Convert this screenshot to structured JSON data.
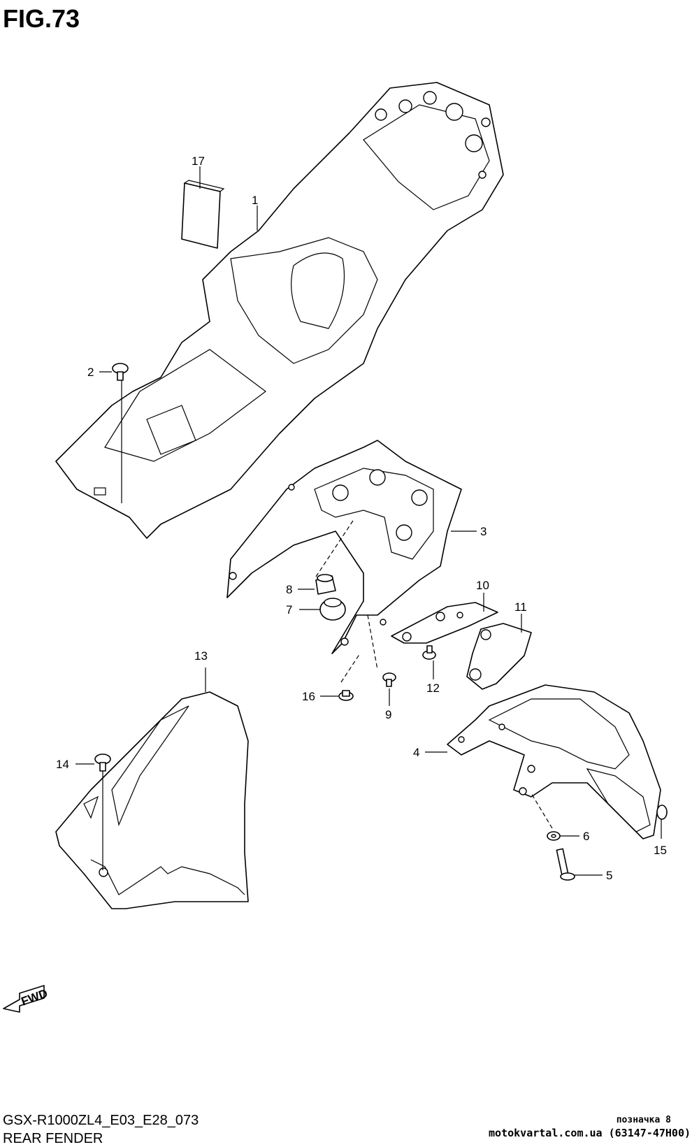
{
  "header": {
    "figure": "FIG.73"
  },
  "callouts": {
    "c1": "1",
    "c2": "2",
    "c3": "3",
    "c4": "4",
    "c5": "5",
    "c6": "6",
    "c7": "7",
    "c8": "8",
    "c9": "9",
    "c10": "10",
    "c11": "11",
    "c12": "12",
    "c13": "13",
    "c14": "14",
    "c15": "15",
    "c16": "16",
    "c17": "17"
  },
  "fwd_label": "FWD",
  "footer": {
    "model_code": "GSX-R1000ZL4_E03_E28_073",
    "section_name": "REAR FENDER"
  },
  "watermark": {
    "label": "позначка 8",
    "site": "motokvartal.com.ua (63147-47H00)"
  }
}
